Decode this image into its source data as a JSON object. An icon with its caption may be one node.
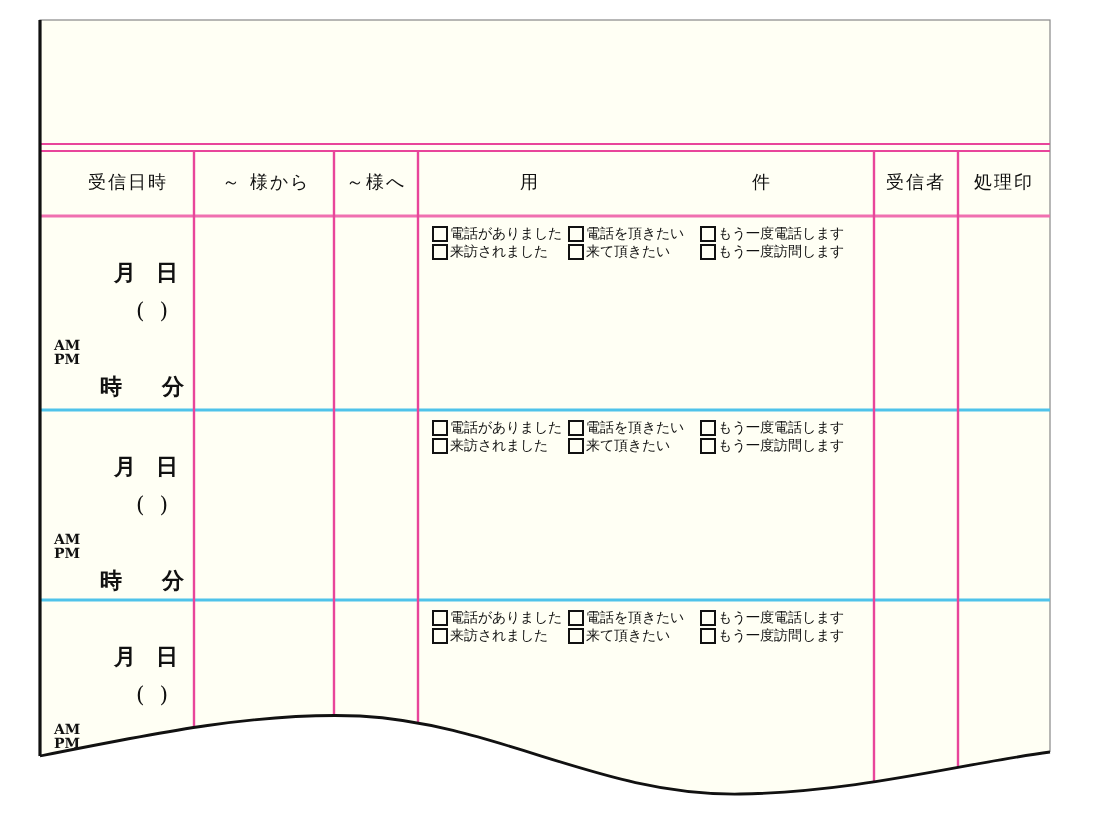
{
  "diagram": {
    "labels": [
      "受信日時",
      "～ 様から",
      "～様へ",
      "用",
      "件",
      "受信者",
      "処理印",
      "月 日",
      "( )",
      "AM",
      "PM",
      "時 分",
      "電話がありました",
      "電話を頂きたい",
      "もう一度電話します",
      "来訪されました",
      "来て頂きたい",
      "もう一度訪問します",
      "月 日",
      "( )",
      "AM",
      "PM",
      "時 分",
      "電話がありました",
      "電話を頂きたい",
      "もう一度電話します",
      "来訪されました",
      "来て頂きたい",
      "もう一度訪問します",
      "月 日",
      "( )",
      "AM",
      "PM",
      "電話がありました",
      "電話を頂きたい",
      "もう一度電話します",
      "来訪されました",
      "来て頂きたい",
      "もう一度訪問します"
    ]
  }
}
